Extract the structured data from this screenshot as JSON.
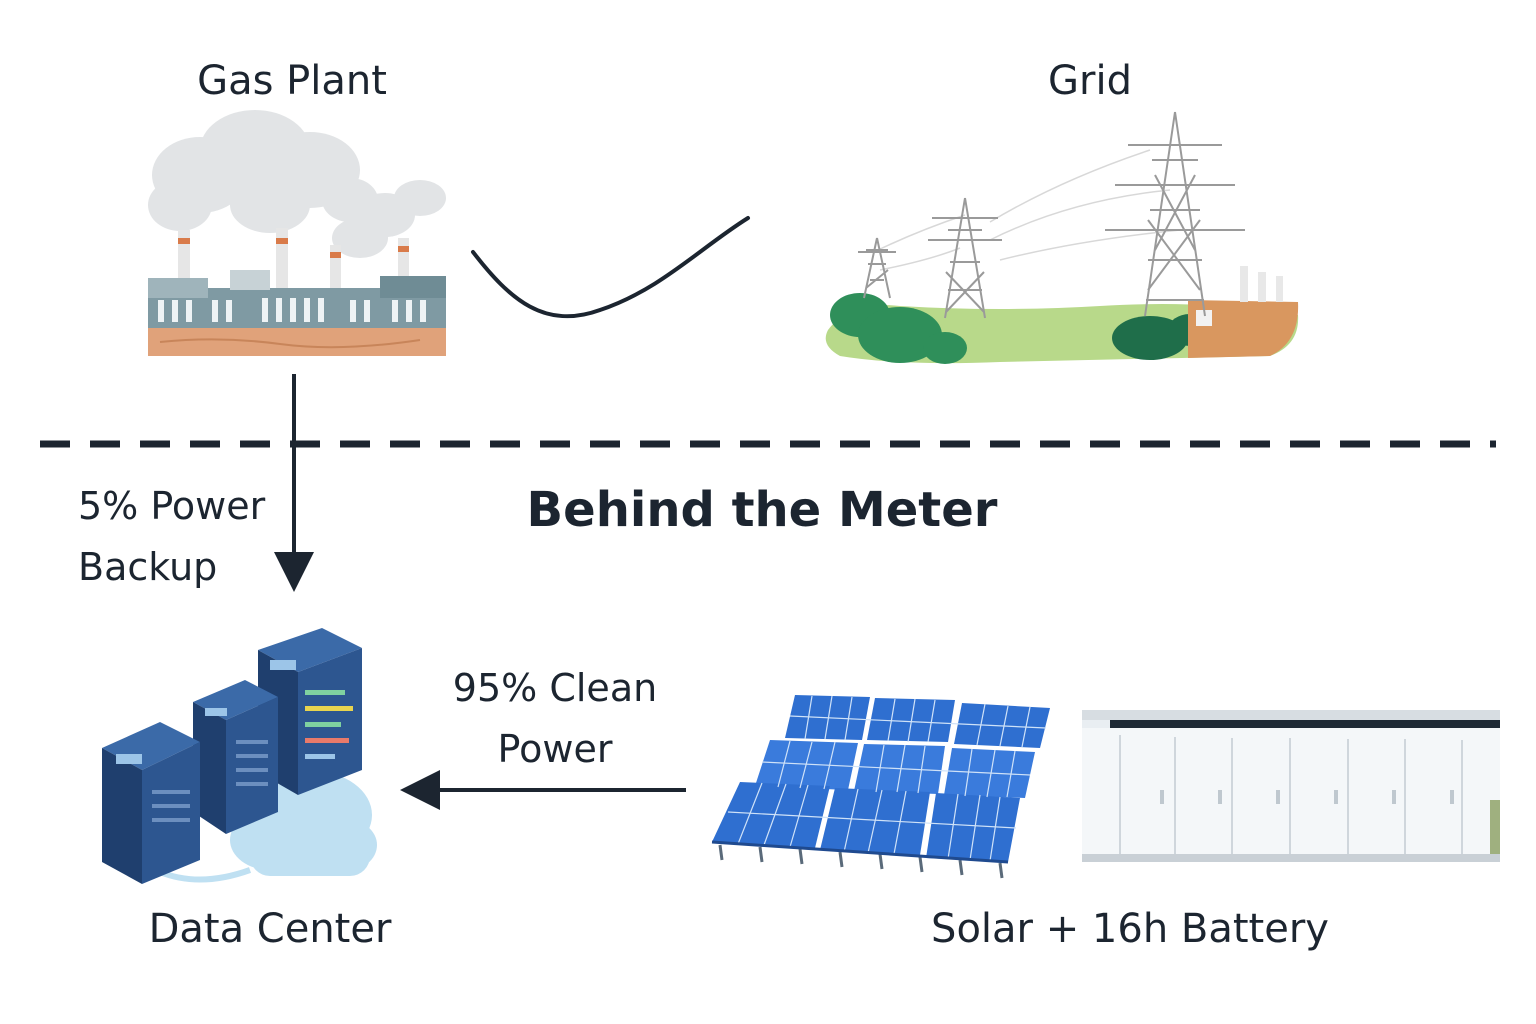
{
  "labels": {
    "gas_plant": "Gas Plant",
    "grid": "Grid",
    "behind_meter": "Behind the Meter",
    "backup_line1": "5% Power",
    "backup_line2": "Backup",
    "clean_line1": "95% Clean",
    "clean_line2": "Power",
    "data_center": "Data Center",
    "solar_battery": "Solar + 16h Battery"
  },
  "icons": {
    "gas_plant": "gas-plant-illustration",
    "grid": "transmission-grid-illustration",
    "data_center": "server-racks-cloud-illustration",
    "solar": "solar-panel-array-illustration",
    "battery": "battery-storage-container-illustration"
  },
  "colors": {
    "text": "#1c2530",
    "line": "#1c2530",
    "solar_blue": "#2f6fd0",
    "server_navy": "#1f3f6e",
    "ground_orange": "#e0a27a",
    "grass_green": "#2f8f5a"
  }
}
